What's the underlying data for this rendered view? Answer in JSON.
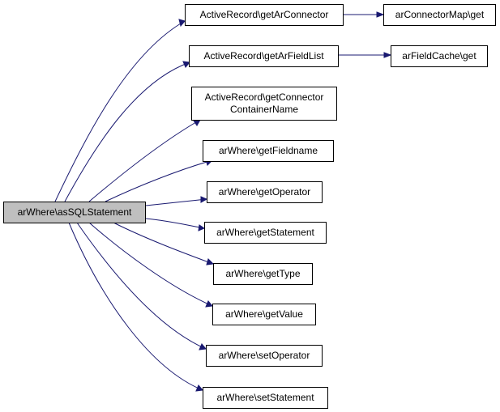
{
  "colors": {
    "edge": "#191970",
    "root_fill": "#bfbfbf",
    "node_fill": "#ffffff",
    "border": "#000000"
  },
  "nodes": {
    "root": "arWhere\\asSQLStatement",
    "get_ar_connector": "ActiveRecord\\getArConnector",
    "connector_map_get": "arConnectorMap\\get",
    "get_ar_field_list": "ActiveRecord\\getArFieldList",
    "field_cache_get": "arFieldCache\\get",
    "get_connector_container_name": [
      "ActiveRecord\\getConnector",
      "ContainerName"
    ],
    "get_fieldname": "arWhere\\getFieldname",
    "get_operator": "arWhere\\getOperator",
    "get_statement": "arWhere\\getStatement",
    "get_type": "arWhere\\getType",
    "get_value": "arWhere\\getValue",
    "set_operator": "arWhere\\setOperator",
    "set_statement": "arWhere\\setStatement"
  }
}
